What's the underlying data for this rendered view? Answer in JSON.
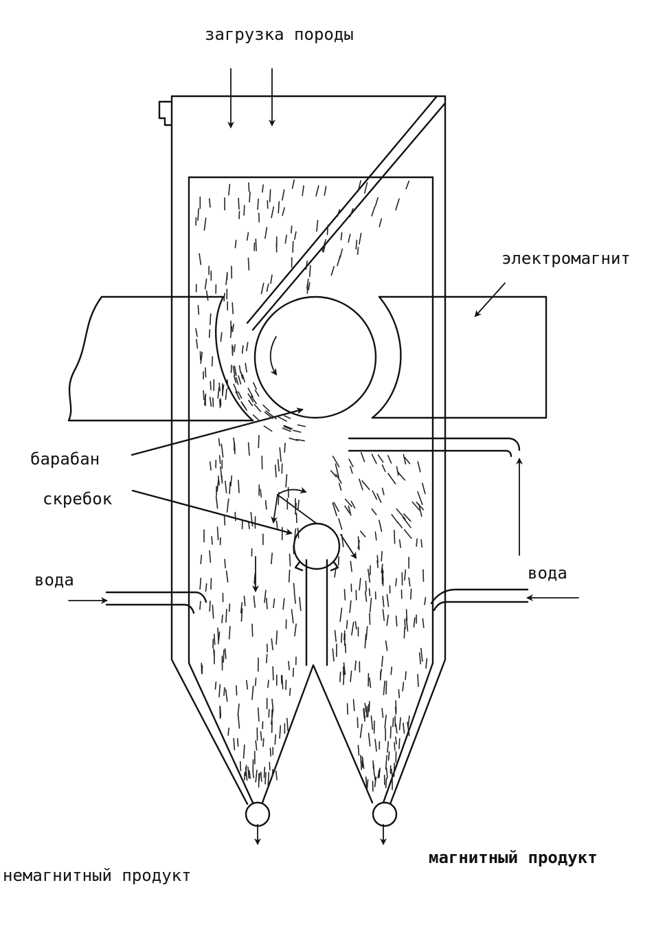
{
  "labels": {
    "feed": "загрузка породы",
    "electromagnet": "электромагнит",
    "drum": "барабан",
    "scraper": "скребок",
    "water_left": "вода",
    "water_right": "вода",
    "nonmagnetic": "немагнитный продукт",
    "magnetic": "магнитный продукт"
  }
}
